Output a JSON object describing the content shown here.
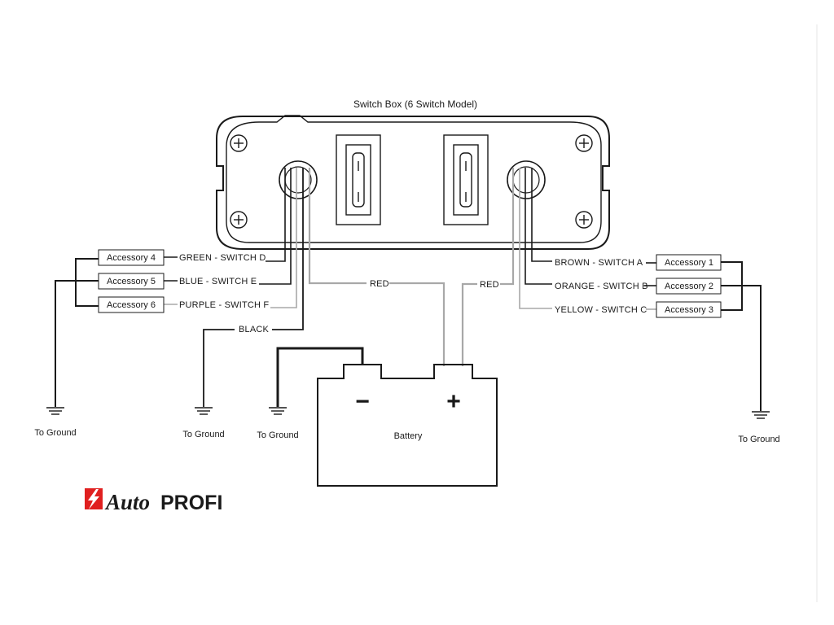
{
  "diagram": {
    "title": "Switch Box (6 Switch Model)",
    "battery": {
      "label": "Battery",
      "negative": "−",
      "positive": "+"
    },
    "wires_left": [
      {
        "label": "GREEN - SWITCH D",
        "accessory": "Accessory 4"
      },
      {
        "label": "BLUE - SWITCH E",
        "accessory": "Accessory 5"
      },
      {
        "label": "PURPLE - SWITCH F",
        "accessory": "Accessory 6"
      }
    ],
    "wires_right": [
      {
        "label": "BROWN - SWITCH A",
        "accessory": "Accessory 1"
      },
      {
        "label": "ORANGE - SWITCH B",
        "accessory": "Accessory 2"
      },
      {
        "label": "YELLOW - SWITCH C",
        "accessory": "Accessory 3"
      }
    ],
    "black_wire": "BLACK",
    "red_wire_left": "RED",
    "red_wire_right": "RED",
    "grounds": [
      "To Ground",
      "To Ground",
      "To Ground",
      "To Ground"
    ]
  },
  "logo": {
    "part1": "Auto",
    "part2": "PROFI",
    "color_red": "#e02020",
    "color_blue": "#1a4fa8"
  },
  "colors": {
    "line": "#1a1a1a",
    "light_wire": "#a8a8a8"
  }
}
